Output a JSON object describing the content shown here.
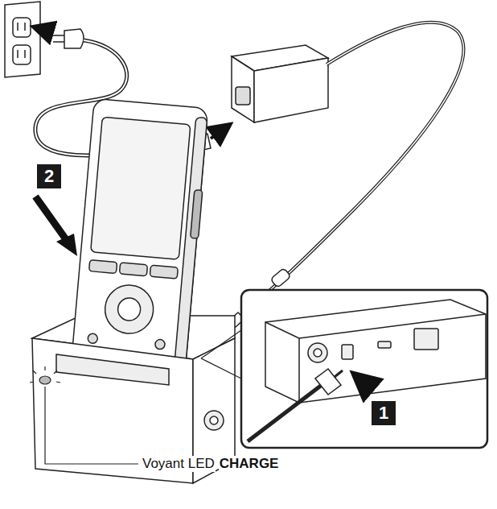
{
  "diagram": {
    "labels": [
      "2",
      "1",
      "Voyant LED",
      "CHARGE"
    ]
  }
}
